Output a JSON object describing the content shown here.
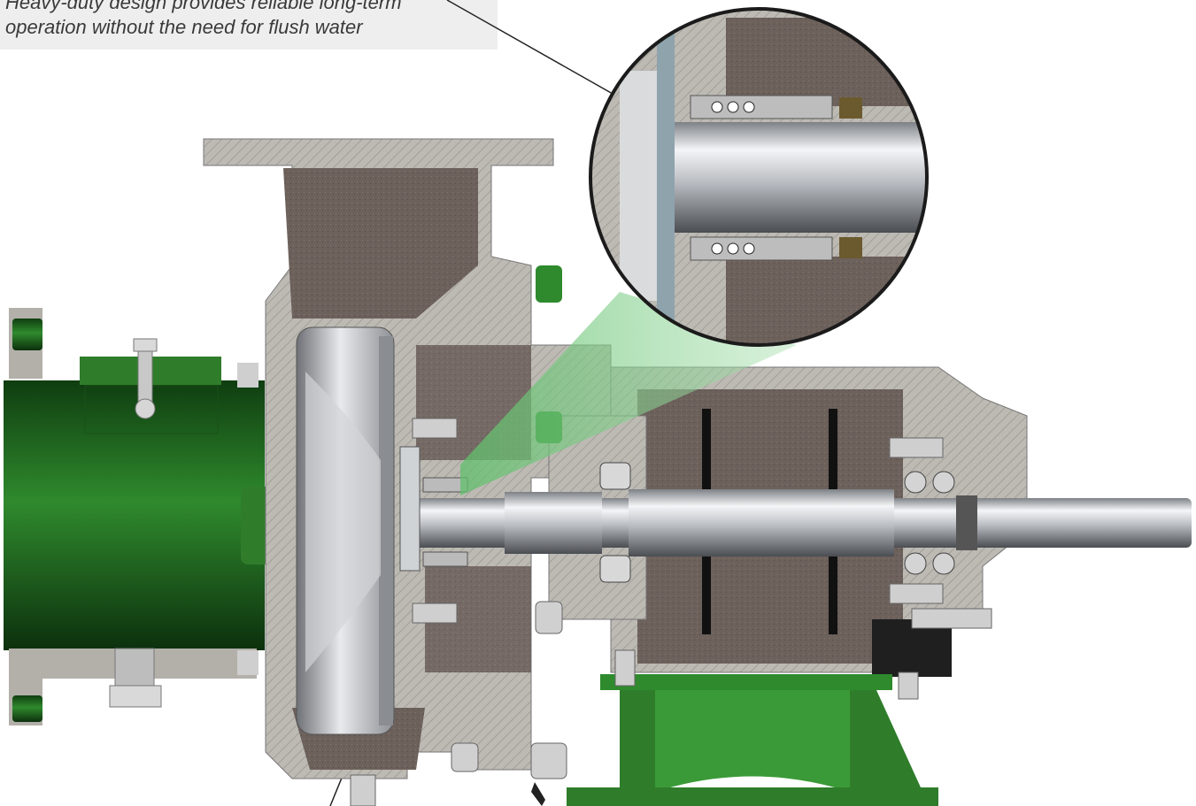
{
  "caption": {
    "line1": "Heavy-duty design provides reliable long-term",
    "line2": "operation without the need for flush water"
  },
  "colors": {
    "casing_gray": "#b9b6b0",
    "cast_iron_brown": "#6e625d",
    "paint_green": "#2d7d2b",
    "steel_shaft": "#c9ccd0",
    "magnifier_tint": "#8fcf95",
    "background": "#ffffff",
    "caption_bg": "#eeeeee"
  },
  "icons": [
    "mechanical-seal-magnifier",
    "callout-arrow"
  ]
}
